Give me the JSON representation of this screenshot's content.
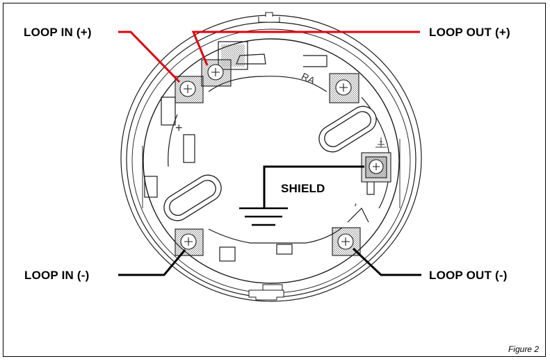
{
  "labels": {
    "loop_in_plus": "LOOP IN (+)",
    "loop_out_plus": "LOOP OUT (+)",
    "loop_in_minus": "LOOP IN (-)",
    "loop_out_minus": "LOOP OUT (-)",
    "shield": "SHIELD"
  },
  "base_markings": {
    "ra": "RA",
    "plus": "+",
    "minus": "-"
  },
  "caption": "Figure 2",
  "colors": {
    "positive_lead": "#e3000f",
    "negative_lead": "#000000",
    "outline": "#1a1a1a"
  }
}
